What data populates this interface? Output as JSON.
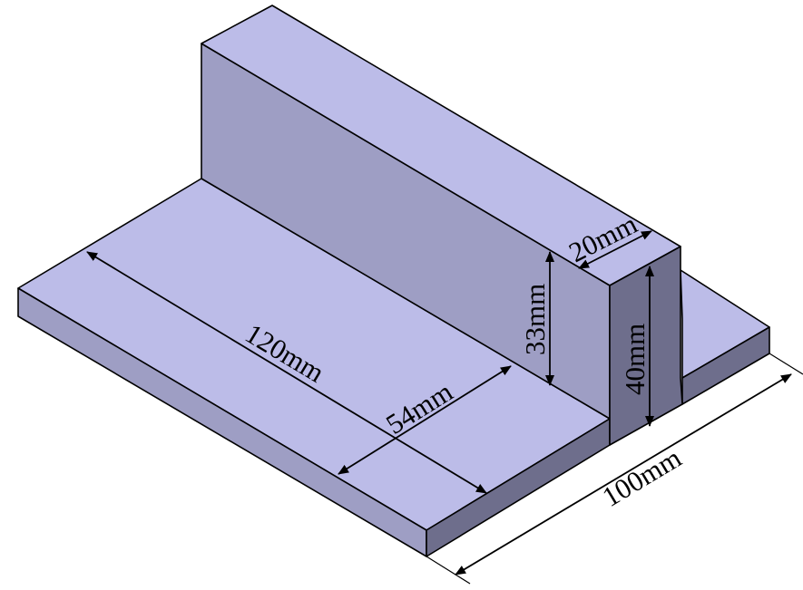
{
  "colors": {
    "face_top": "#bcbce8",
    "face_front": "#9e9ec4",
    "face_side_dark": "#6e6e8c",
    "face_wall_left": "#9e9ec4",
    "edge": "#000000"
  },
  "dimensions": {
    "length": "120mm",
    "wall_offset": "54mm",
    "wall_thickness": "20mm",
    "wall_height": "33mm",
    "total_height": "40mm",
    "width": "100mm"
  }
}
